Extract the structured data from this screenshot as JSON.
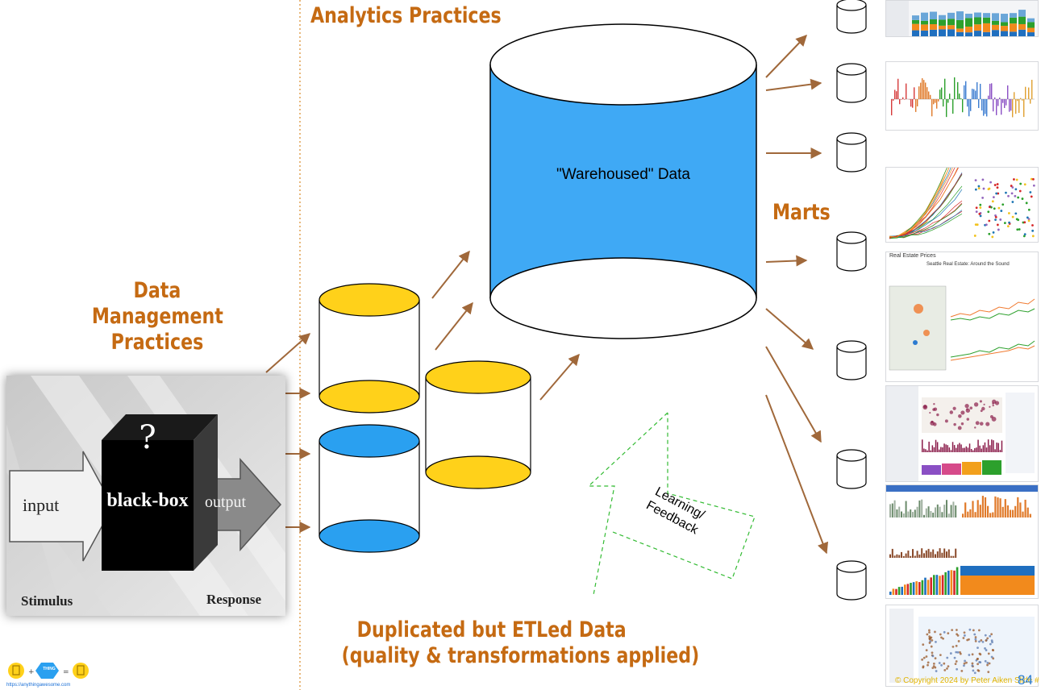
{
  "headings": {
    "analytics_practices": "Analytics Practices",
    "data_management_practices": [
      "Data",
      "Management",
      "Practices"
    ],
    "marts": "Marts",
    "duplicated_line1": "Duplicated but ETLed Data",
    "duplicated_line2": "(quality & transformations applied)"
  },
  "warehouse": {
    "label": "\"Warehoused\" Data"
  },
  "feedback": {
    "line1": "Learning/",
    "line2": "Feedback"
  },
  "blackbox": {
    "question_mark": "?",
    "box_label": "black-box",
    "input_label": "input",
    "output_label": "output",
    "stimulus_label": "Stimulus",
    "response_label": "Response"
  },
  "thumbnails": {
    "real_estate_title": "Real Estate Prices",
    "seattle_title": "Seattle Real Estate: Around the Sound"
  },
  "footer": {
    "url": "https://anythingawesome.com",
    "mid_badge": "THING",
    "copyright_text": "© Copyright  2024  by Peter Aiken  Slide #",
    "slide_number": "84"
  },
  "colors": {
    "title_orange": "#c56a12",
    "warehouse_blue": "#3fa9f5",
    "cylinder_yellow": "#ffd11a",
    "cylinder_blue": "#2aa0f0",
    "arrow_brown": "#a0683a",
    "dashed_green": "#33bb33",
    "divider_orange": "#e0a050",
    "footer_yellow": "#e1b400",
    "footer_blue": "#1a6fd6"
  }
}
